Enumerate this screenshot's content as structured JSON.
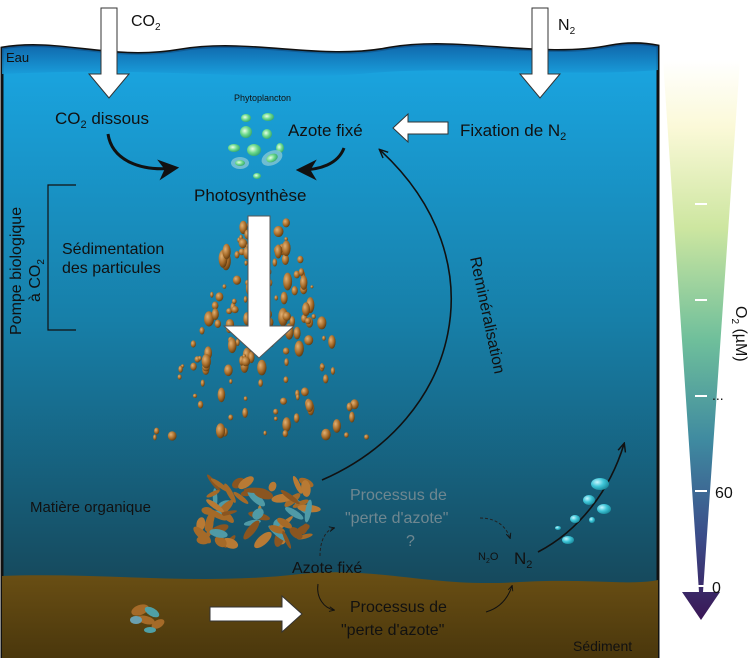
{
  "labels": {
    "co2_top": "CO",
    "co2_top_sub": "2",
    "n2_top": "N",
    "n2_top_sub": "2",
    "water": "Eau",
    "sediment": "Sédiment",
    "co2_dissolved": "CO",
    "co2_dissolved_sub": "2",
    "co2_dissolved_suffix": " dissous",
    "phytoplankton": "Phytoplancton",
    "fixed_nitrogen_top": "Azote fixé",
    "nitrogen_fixation": "Fixation de N",
    "nitrogen_fixation_sub": "2",
    "photosynthesis": "Photosynthèse",
    "bio_pump_line1": "Pompe biologique",
    "bio_pump_line2": "à CO",
    "bio_pump_sub": "2",
    "sedimentation_line1": "Sédimentation",
    "sedimentation_line2": "des particules",
    "remineralisation": "Reminéralisation",
    "organic_matter": "Matière organique",
    "loss_process_water_line1": "Processus de",
    "loss_process_water_line2": "\"perte d'azote\"",
    "question_mark": "?",
    "fixed_nitrogen_bottom": "Azote fixé",
    "n2o": "N",
    "n2o_sub": "2",
    "n2o_suffix": "O",
    "n2_bottom": "N",
    "n2_bottom_sub": "2",
    "loss_process_sediment_line1": "Processus de",
    "loss_process_sediment_line2": "\"perte d'azote\""
  },
  "o2_scale": {
    "label": "O",
    "label_sub": "2",
    "label_suffix": " (µM)",
    "ticks": [
      "...",
      "60",
      "0"
    ]
  },
  "colors": {
    "water_top": "#1aa0dd",
    "water_bottom": "#143a48",
    "sediment": "#5a4310",
    "particles": "#a56a28",
    "bubbles": "#3fc6d8",
    "phyto": "#5fd07a",
    "scale_top": "#fdfbe6",
    "scale_mid": "#4a9fa0",
    "scale_bottom": "#3a1655"
  }
}
